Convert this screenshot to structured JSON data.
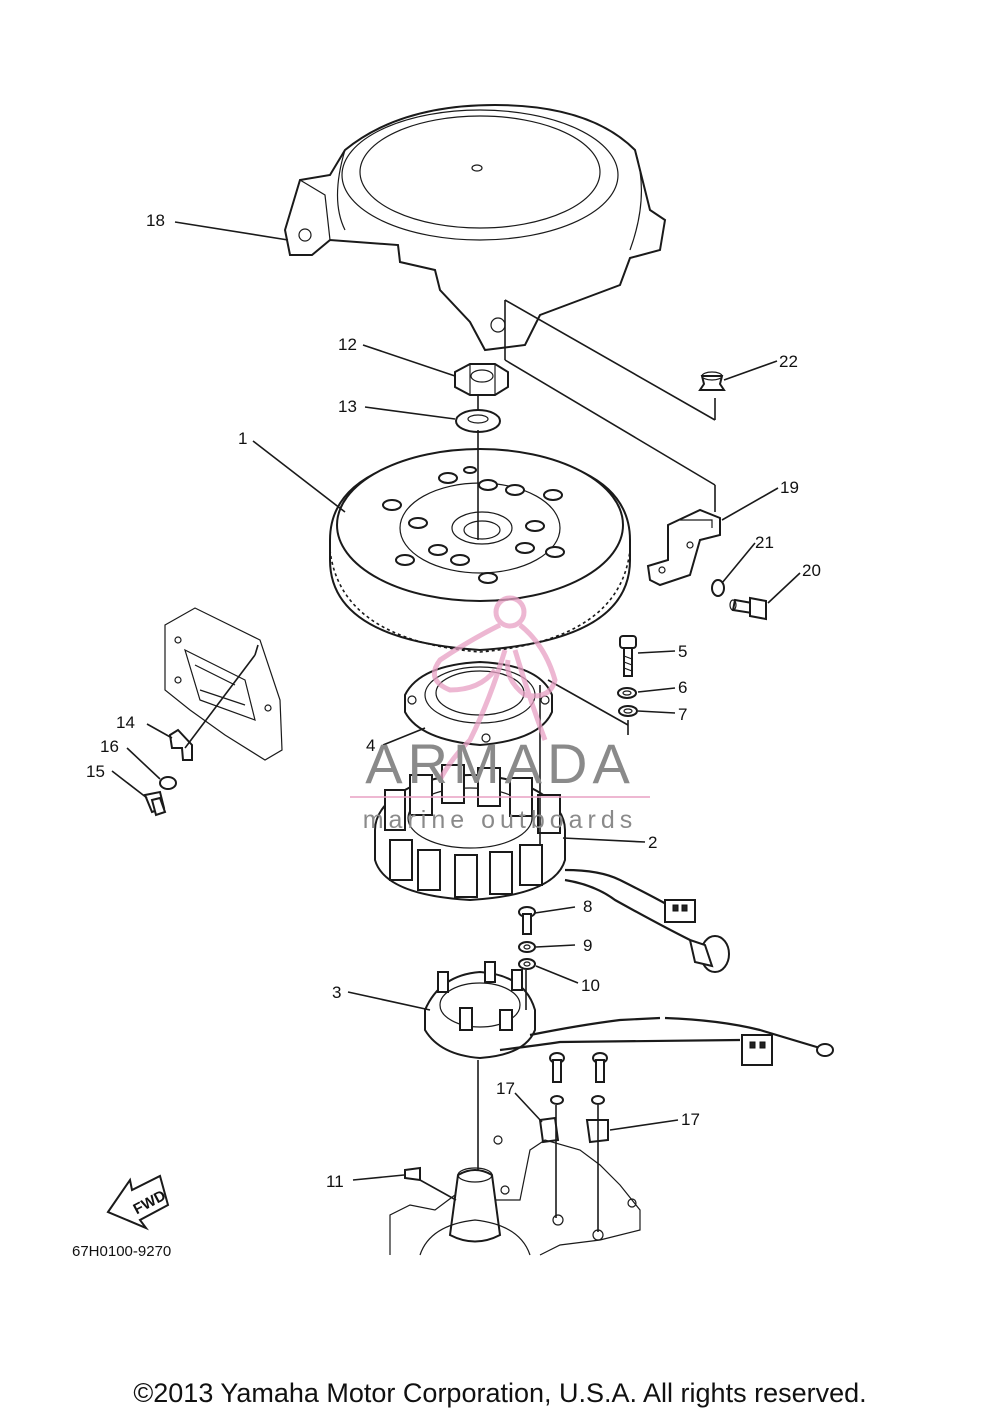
{
  "callouts": {
    "c1": "1",
    "c2": "2",
    "c3": "3",
    "c4": "4",
    "c5": "5",
    "c6": "6",
    "c7": "7",
    "c8": "8",
    "c9": "9",
    "c10": "10",
    "c11": "11",
    "c12": "12",
    "c13": "13",
    "c14": "14",
    "c15": "15",
    "c16": "16",
    "c17a": "17",
    "c17b": "17",
    "c18": "18",
    "c19": "19",
    "c20": "20",
    "c21": "21",
    "c22": "22"
  },
  "fwd_label": "FWD",
  "diagram_code": "67H0100-9270",
  "watermark": {
    "brand": "ARMADA",
    "tagline": "marine outboards",
    "accent_color": "#e8a0c4"
  },
  "copyright": "©2013 Yamaha Motor Corporation, U.S.A. All rights reserved."
}
